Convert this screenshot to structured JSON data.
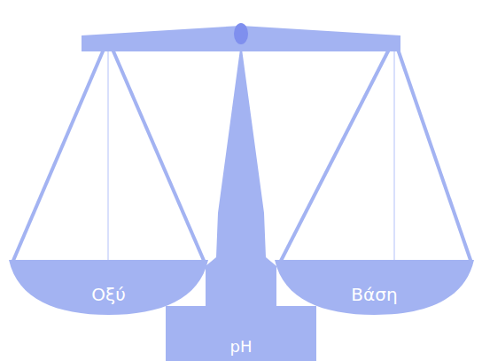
{
  "diagram": {
    "nodes": [
      {
        "text": [
          "Οξύ"
        ]
      },
      {
        "text": [
          "Βάση"
        ]
      },
      {
        "text": [
          "pH"
        ]
      }
    ]
  }
}
